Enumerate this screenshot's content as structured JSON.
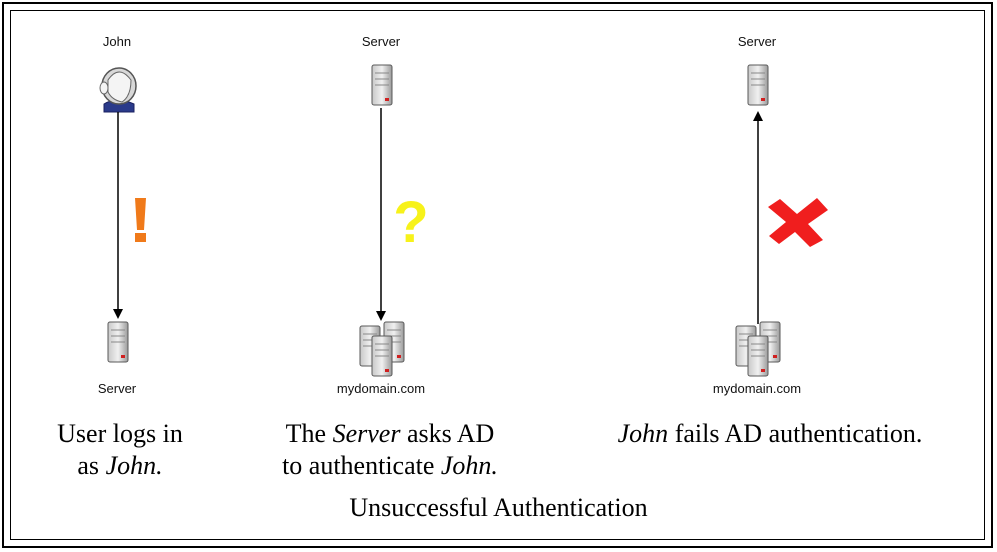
{
  "panels": [
    {
      "top_node": "John",
      "bottom_node": "Server",
      "status_icon": "exclamation-icon",
      "caption": {
        "pre": "User logs in",
        "line2_pre": "as ",
        "italic": "John.",
        "post": ""
      }
    },
    {
      "top_node": "Server",
      "bottom_node": "mydomain.com",
      "status_icon": "question-icon",
      "caption": {
        "pre_line1": "The ",
        "italic1": "Server",
        "post_line1": " asks AD",
        "pre_line2": "to authenticate ",
        "italic2": "John.",
        "post_line2": ""
      }
    },
    {
      "top_node": "Server",
      "bottom_node": "mydomain.com",
      "status_icon": "x-mark-icon",
      "caption": {
        "italic": "John",
        "post": " fails AD authentication."
      }
    }
  ],
  "title": "Unsuccessful Authentication",
  "colors": {
    "exclamation": "#f07a1a",
    "question": "#f7f21a",
    "x_mark": "#f01e1e"
  }
}
